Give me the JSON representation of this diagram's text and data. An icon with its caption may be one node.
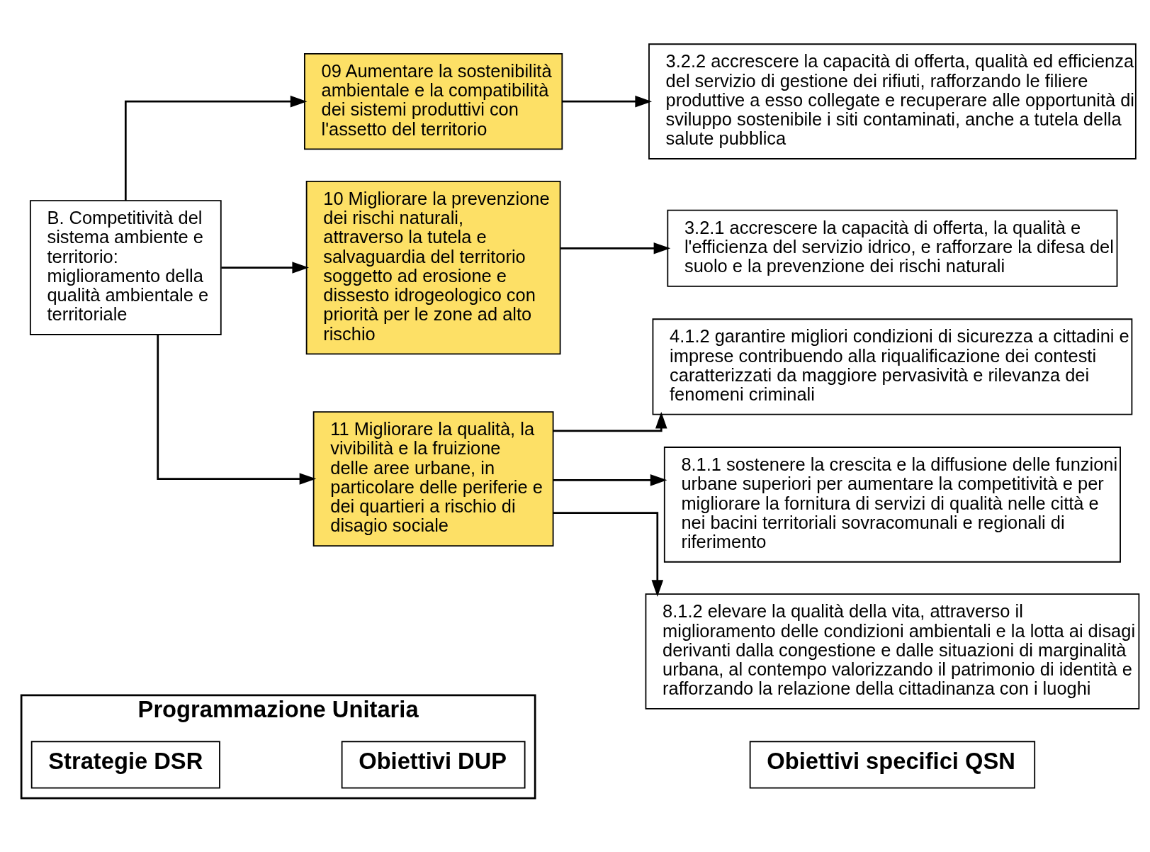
{
  "diagram": {
    "nodes": [
      {
        "text": [
          "Programmazione Unitaria"
        ]
      },
      {
        "text": [
          "Strategie DSR"
        ],
        "in": 0
      },
      {
        "text": [
          "Obiettivi DUP"
        ],
        "in": 0
      },
      {
        "text": [
          "Obiettivi specifici QSN"
        ]
      },
      {
        "text": [
          "B. Competitività del sistema ambiente e territorio: miglioramento della qualità ambientale e territoriale"
        ]
      },
      {
        "text": [
          "09 Aumentare la sostenibilità ambientale e la compatibilità dei sistemi produttivi con l'assetto del territorio"
        ]
      },
      {
        "text": [
          "10 Migliorare la prevenzione dei rischi naturali, attraverso la tutela e salvaguardia del territorio soggetto ad erosione e dissesto idrogeologico con priorità per le zone ad alto rischio"
        ]
      },
      {
        "text": [
          "11 Migliorare la qualità, la vivibilità e la fruizione delle aree urbane, in particolare delle periferie e dei quartieri a rischio di disagio sociale"
        ]
      },
      {
        "text": [
          "3.2.2 accrescere la capacità di offerta, qualità ed efficienza del servizio di gestione dei rifiuti, rafforzando le filiere produttive a esso collegate e recuperare alle opportunità di sviluppo sostenibile i siti contaminati, anche a tutela della salute pubblica"
        ]
      },
      {
        "text": [
          "3.2.1 accrescere la capacità di offerta, la qualità e l'efficienza del servizio idrico, e rafforzare la difesa del suolo e la prevenzione dei rischi naturali"
        ]
      },
      {
        "text": [
          "4.1.2 garantire migliori condizioni di sicurezza a cittadini e imprese contribuendo alla riqualificazione dei contesti caratterizzati da maggiore pervasività e rilevanza dei fenomeni criminali"
        ]
      },
      {
        "text": [
          "8.1.1 sostenere la crescita e la diffusione delle funzioni urbane superiori per aumentare la competitività e per migliorare la fornitura di servizi di qualità nelle città e nei bacini territoriali sovracomunali e regionali di riferimento"
        ]
      },
      {
        "text": [
          "8.1.2 elevare la qualità della vita, attraverso il miglioramento delle condizioni ambientali e la lotta ai disagi derivanti dalla congestione e dalle situazioni di marginalità urbana, al contempo valorizzando il patrimonio di identità e rafforzando la relazione della cittadinanza con i luoghi"
        ]
      }
    ],
    "edges": [
      {
        "from": 4,
        "to": 5,
        "arrow": "to"
      },
      {
        "from": 4,
        "to": 6,
        "arrow": "to"
      },
      {
        "from": 4,
        "to": 7,
        "arrow": "to"
      },
      {
        "from": 5,
        "to": 8,
        "arrow": "to"
      },
      {
        "from": 6,
        "to": 9,
        "arrow": "to"
      },
      {
        "from": 7,
        "to": 10,
        "arrow": "to"
      },
      {
        "from": 7,
        "to": 11,
        "arrow": "to"
      },
      {
        "from": 7,
        "to": 12,
        "arrow": "to"
      }
    ]
  }
}
